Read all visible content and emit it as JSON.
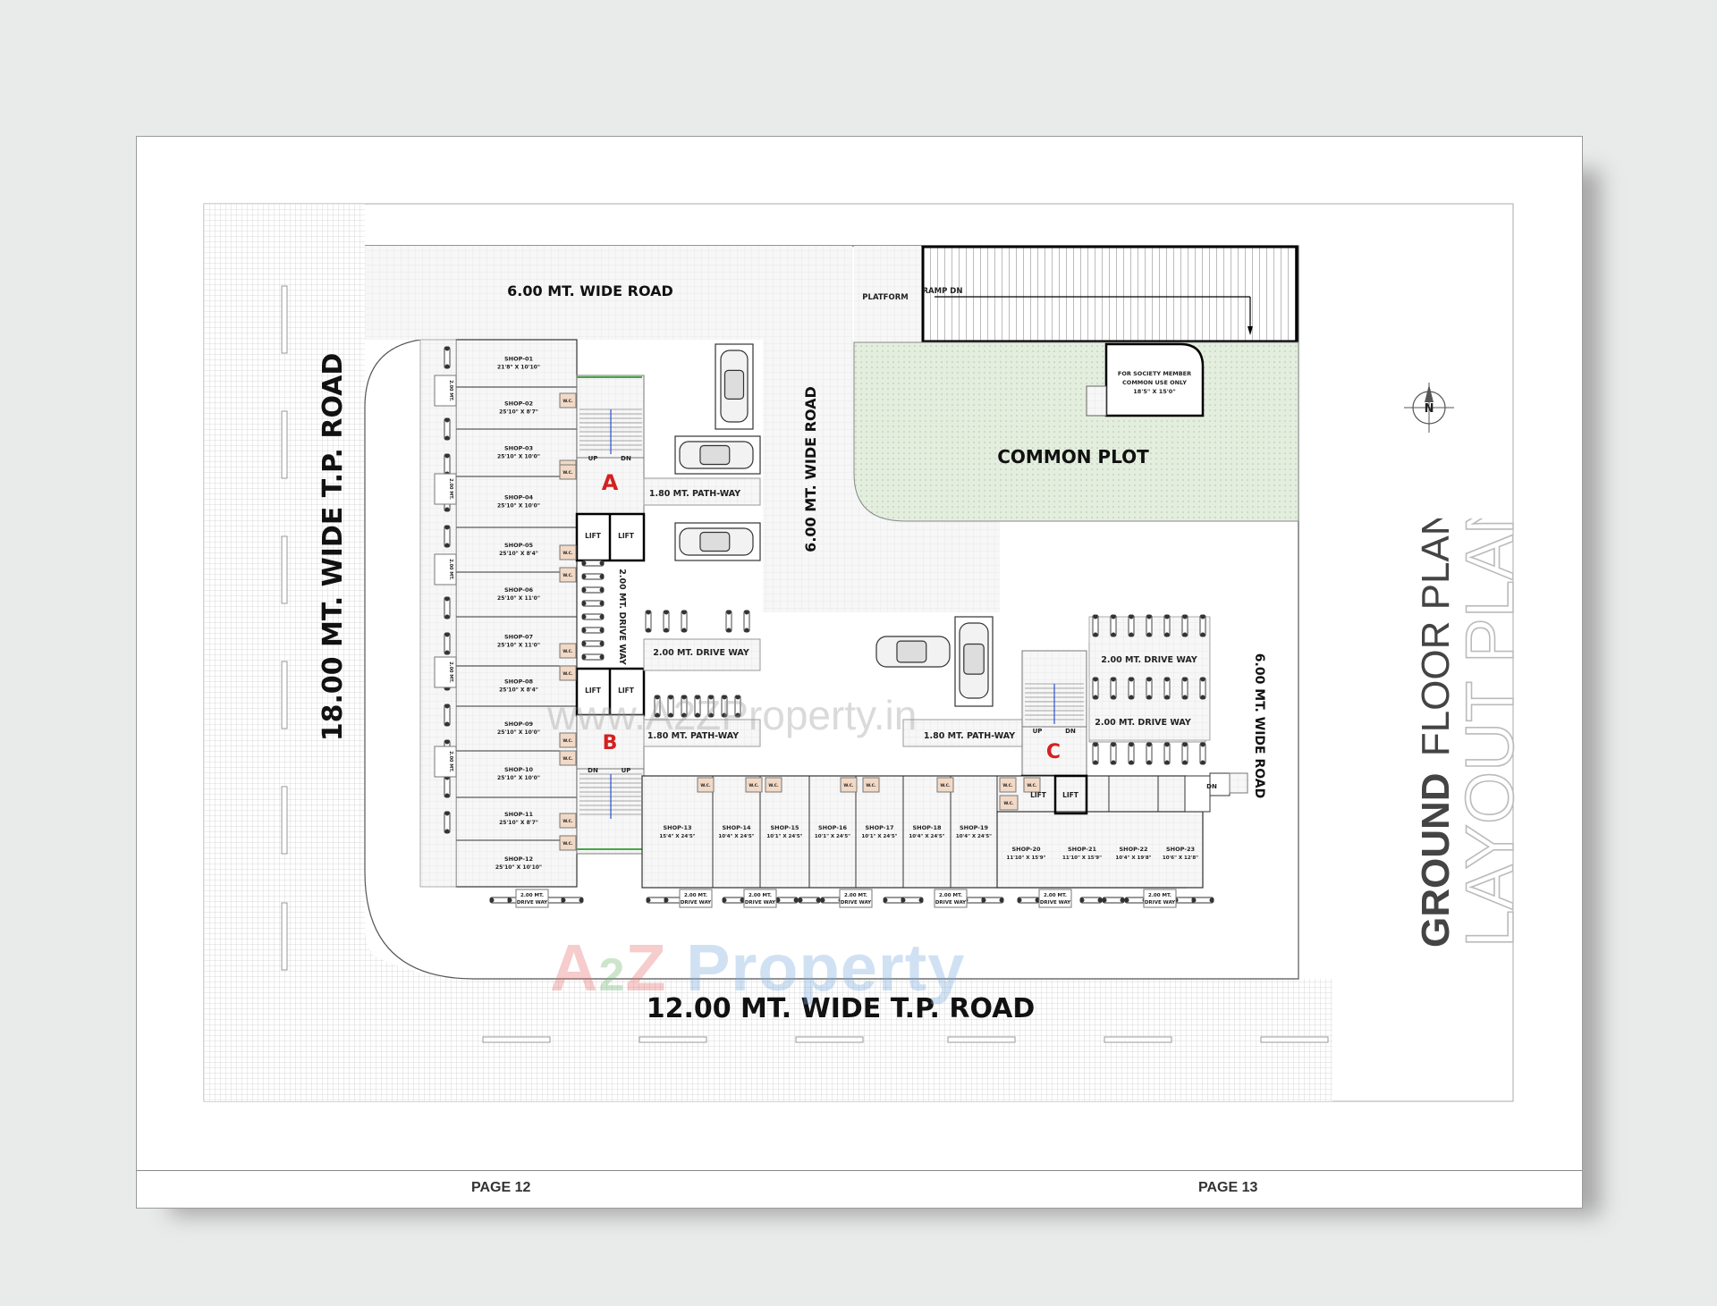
{
  "sheet": {
    "page_left": "PAGE 12",
    "page_right": "PAGE 13"
  },
  "title": {
    "word1": "GROUND",
    "word2": "FLOOR PLAN",
    "word3": "LAYOUT PLAN"
  },
  "roads": {
    "left": "18.00 MT. WIDE T.P. ROAD",
    "bottom": "12.00 MT. WIDE T.P. ROAD",
    "top": "6.00 MT. WIDE ROAD",
    "middle": "6.00 MT. WIDE ROAD",
    "right": "6.00 MT. WIDE ROAD"
  },
  "areas": {
    "platform": "PLATFORM",
    "ramp": "RAMP DN",
    "common_plot": "COMMON PLOT",
    "society_1": "FOR SOCIETY MEMBER",
    "society_2": "COMMON USE ONLY",
    "society_3": "18'5\" X 15'0\"",
    "north": "N"
  },
  "cores": {
    "a": "A",
    "b": "B",
    "c": "C",
    "lift": "LIFT",
    "up": "UP",
    "dn": "DN",
    "wc": "W.C."
  },
  "paths": {
    "pathway_1": "1.80 MT. PATH-WAY",
    "pathway_2": "1.80 MT. PATH-WAY",
    "pathway_3": "1.80 MT. PATH-WAY",
    "drive_vertical": "2.00 MT. DRIVE WAY",
    "drive_1": "2.00 MT. DRIVE WAY",
    "drive_2": "2.00 MT. DRIVE WAY",
    "drive_3": "2.00 MT. DRIVE WAY",
    "small_drive_1": "2.00 MT.",
    "small_drive_2": "DRIVE WAY"
  },
  "shops_left": [
    {
      "name": "SHOP-01",
      "size": "21'8\" X 10'10\""
    },
    {
      "name": "SHOP-02",
      "size": "25'10\" X 8'7\""
    },
    {
      "name": "SHOP-03",
      "size": "25'10\" X 10'0\""
    },
    {
      "name": "SHOP-04",
      "size": "25'10\" X 10'0\""
    },
    {
      "name": "SHOP-05",
      "size": "25'10\" X 8'4\""
    },
    {
      "name": "SHOP-06",
      "size": "25'10\" X 11'0\""
    },
    {
      "name": "SHOP-07",
      "size": "25'10\" X 11'0\""
    },
    {
      "name": "SHOP-08",
      "size": "25'10\" X 8'4\""
    },
    {
      "name": "SHOP-09",
      "size": "25'10\" X 10'0\""
    },
    {
      "name": "SHOP-10",
      "size": "25'10\" X 10'0\""
    },
    {
      "name": "SHOP-11",
      "size": "25'10\" X 8'7\""
    },
    {
      "name": "SHOP-12",
      "size": "25'10\" X 10'10\""
    }
  ],
  "shops_bottom": [
    {
      "name": "SHOP-13",
      "size": "15'4\" X 24'5\""
    },
    {
      "name": "SHOP-14",
      "size": "10'4\" X 24'5\""
    },
    {
      "name": "SHOP-15",
      "size": "10'1\" X 24'5\""
    },
    {
      "name": "SHOP-16",
      "size": "10'1\" X 24'5\""
    },
    {
      "name": "SHOP-17",
      "size": "10'1\" X 24'5\""
    },
    {
      "name": "SHOP-18",
      "size": "10'4\" X 24'5\""
    },
    {
      "name": "SHOP-19",
      "size": "10'4\" X 24'5\""
    },
    {
      "name": "SHOP-20",
      "size": "11'10\" X 15'9\""
    },
    {
      "name": "SHOP-21",
      "size": "11'10\" X 15'9\""
    },
    {
      "name": "SHOP-22",
      "size": "10'4\" X 19'8\""
    },
    {
      "name": "SHOP-23",
      "size": "10'6\" X 12'8\""
    }
  ],
  "watermark": {
    "center": "www.A2ZProperty.in",
    "logo_a": "A",
    "logo_2": "2",
    "logo_z": "Z",
    "logo_word": "Property"
  }
}
